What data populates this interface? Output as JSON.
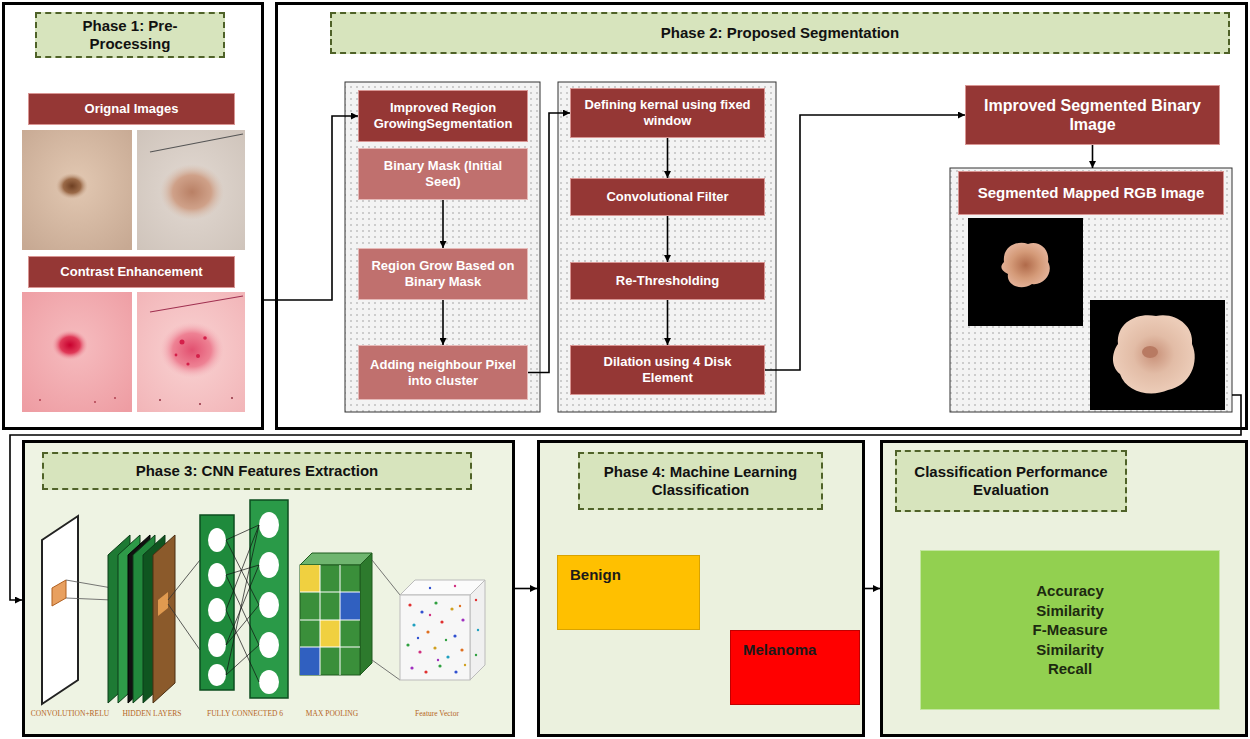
{
  "diagram": {
    "nodes": [
      {
        "text": [
          "Phase 1: Pre-Processing"
        ]
      },
      {
        "text": [
          "Orignal Images"
        ],
        "in": 0
      },
      {
        "text": [
          "Contrast Enhancement"
        ],
        "in": 0
      },
      {
        "text": [
          "Phase 2: Proposed Segmentation"
        ]
      },
      {
        "text": [
          "Improved Region GrowingSegmentation"
        ],
        "in": 3
      },
      {
        "text": [
          "Binary Mask (Initial Seed)"
        ],
        "in": 3
      },
      {
        "text": [
          "Region Grow Based on Binary Mask"
        ],
        "in": 3
      },
      {
        "text": [
          "Adding neighbour Pixel into cluster"
        ],
        "in": 3
      },
      {
        "text": [
          "Defining kernal using fixed window"
        ],
        "in": 3
      },
      {
        "text": [
          "Convolutional Filter"
        ],
        "in": 3
      },
      {
        "text": [
          "Re-Thresholding"
        ],
        "in": 3
      },
      {
        "text": [
          "Dilation using 4 Disk Element"
        ],
        "in": 3
      },
      {
        "text": [
          "Improved Segmented Binary Image"
        ],
        "in": 3
      },
      {
        "text": [
          "Segmented Mapped RGB Image"
        ],
        "in": 3
      },
      {
        "text": [
          "Phase 3: CNN Features Extraction"
        ]
      },
      {
        "text": [
          "Phase 4: Machine Learning Classification"
        ]
      },
      {
        "text": [
          "Benign"
        ],
        "in": 15
      },
      {
        "text": [
          "Melanoma"
        ],
        "in": 15
      },
      {
        "text": [
          "Classification Performance Evaluation"
        ]
      },
      {
        "text": [
          "Accuracy Similarity F-Measure Similarity Recall"
        ],
        "in": 18
      }
    ],
    "edges": [
      {
        "from": 0,
        "to": 4,
        "arrow": "to"
      },
      {
        "from": 5,
        "to": 6,
        "arrow": "to"
      },
      {
        "from": 6,
        "to": 7,
        "arrow": "to"
      },
      {
        "from": 7,
        "to": 8,
        "arrow": "to"
      },
      {
        "from": 8,
        "to": 9,
        "arrow": "to"
      },
      {
        "from": 9,
        "to": 10,
        "arrow": "to"
      },
      {
        "from": 10,
        "to": 11,
        "arrow": "to"
      },
      {
        "from": 11,
        "to": 12,
        "arrow": "to"
      },
      {
        "from": 12,
        "to": 13,
        "arrow": "to"
      },
      {
        "from": 13,
        "to": 14,
        "arrow": "to"
      },
      {
        "from": 14,
        "to": 15,
        "arrow": "to"
      },
      {
        "from": 15,
        "to": 18,
        "arrow": "to"
      }
    ],
    "labels": [
      "CONVOLUTION+RELU",
      "HIDDEN LAYERS",
      "FULLY CONNECTED 6",
      "MAX POOLING",
      "Feature Vector"
    ]
  }
}
